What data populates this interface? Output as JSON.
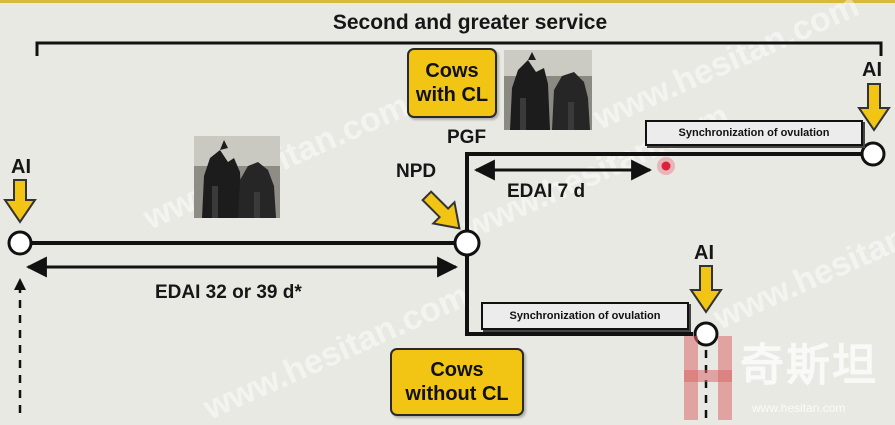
{
  "title": "Second and greater service",
  "ai_label": "AI",
  "npd_label": "NPD",
  "pgf_label": "PGF",
  "edai_long": "EDAI 32 or 39 d*",
  "edai_short": "EDAI 7 d",
  "cows_with_cl": [
    "Cows",
    "with CL"
  ],
  "cows_without_cl": [
    "Cows",
    "without CL"
  ],
  "sync_label": "Synchronization of ovulation",
  "watermarks": [
    "www.hesitan.com",
    "www.hesitan.com",
    "www.hesitan.com",
    "www.hesitan.com",
    "www.hesitan.com"
  ],
  "logo_text": "奇斯坦",
  "logo_url": "www.hesitan.com",
  "colors": {
    "arrow_fill": "#f2c515",
    "box_fill": "#f2c515",
    "line": "#111111",
    "pointer": "#e0203a",
    "background": "#e9e9e4"
  }
}
